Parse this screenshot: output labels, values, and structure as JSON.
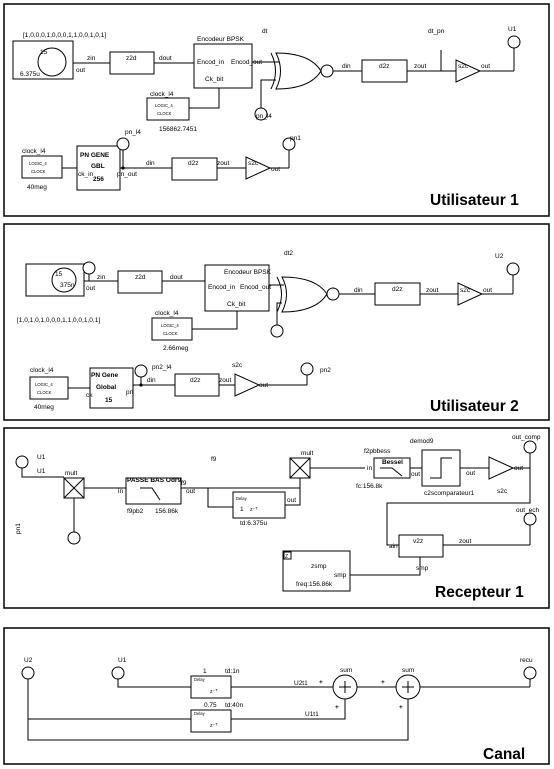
{
  "panels": {
    "u1": {
      "title": "Utilisateur 1",
      "sequence": "[1,0,0,0,1,0,0,0,1,1,0,0,1,0,1]",
      "source_bits": "15",
      "source_time": "6.375u",
      "zin": "zin",
      "out": "out",
      "z2d": "z2d",
      "dout": "dout",
      "enc_title": "Encodeur BPSK",
      "enc_in": "Encod_in",
      "enc_out": "Encod_out",
      "ck_bit": "Ck_bit",
      "clock_label": "clock_l4",
      "clock_l1": "LOGIC_4",
      "clock_l2": "CLOCK",
      "clock_freq": "156862.7451",
      "dt": "dt",
      "pn_l4": "pn_l4",
      "din": "din",
      "d2z": "d2z",
      "zout": "zout",
      "s2c": "s2c",
      "dt_pn": "dt_pn",
      "port_out": "U1",
      "pn_clock_label": "clock_l4",
      "pn_clock_freq": "40meg",
      "pn_l1": "PN GENE",
      "pn_l2": "GBL",
      "pn_l3": "256",
      "ck_in": "ck_in",
      "pn_out": "pn_out",
      "pn_l4_top": "pn_l4",
      "pn1": "pn1"
    },
    "u2": {
      "title": "Utilisateur 2",
      "sequence": "[1,0,1,0,1,0,0,0,1,1,0,0,1,0,1]",
      "source_bits": "15",
      "source_time": "375n",
      "zin": "zin",
      "out": "out",
      "z2d": "z2d",
      "dout": "dout",
      "enc_title": "Encodeur BPSK",
      "enc_in": "Encod_in",
      "enc_out": "Encod_out",
      "ck_bit": "Ck_bit",
      "clock_label": "clock_l4",
      "clock_l1": "LOGIC_4",
      "clock_l2": "CLOCK",
      "clock_freq": "2.66meg",
      "dt2": "dt2",
      "din": "din",
      "d2z": "d2z",
      "zout": "zout",
      "s2c": "s2c",
      "port_out": "U2",
      "pn_clock_label": "clock_l4",
      "pn_clock_freq": "40meg",
      "pn_l1": "PN Gene",
      "pn_l2": "Global",
      "pn_l3": "15",
      "ck": "ck",
      "pn": "pn",
      "pn2_l4": "pn2_l4",
      "s2c2": "s2c",
      "din2": "din",
      "d2z2": "d2z",
      "zout2": "zout",
      "out2": "out",
      "pn2": "pn2"
    },
    "r1": {
      "title": "Recepteur 1",
      "u1_a": "U1",
      "u1_b": "U1",
      "pn1": "pn1",
      "mult": "mult",
      "mult2": "mult",
      "filter": "PASSE BAS Odr9",
      "filter_in": "in",
      "filter_out": "out",
      "filter_name": "f9pb2",
      "filter_fc": "156.86k",
      "f9": "f9",
      "f9_2": "f9",
      "delay": "Delay",
      "delay_gain": "1",
      "delay_td": "td:6.375u",
      "delay_out": "out",
      "bessel_name": "f2pbbess",
      "bessel": "Bessel",
      "bessel_in": "in",
      "bessel_out": "out",
      "bessel_fc": "fc:156.8k",
      "demod": "demod9",
      "comp_name": "c2scomparateur1",
      "comp_out": "out",
      "s2c": "s2c",
      "s2c_out": "out",
      "out_comp": "out_comp",
      "out_ech": "out_ech",
      "v2z": "v2z",
      "ain": "ain",
      "zout": "zout",
      "smp": "smp",
      "zsmp": "zsmp",
      "smp_in": "smp",
      "freq": "freq:156.86k"
    },
    "canal": {
      "title": "Canal",
      "u2": "U2",
      "u1": "U1",
      "delay1": "Delay",
      "gain1": "1",
      "td1": "td:1n",
      "delay2": "Delay",
      "gain2": "0.75",
      "td2": "td:40n",
      "u2t1": "U2t1",
      "u1t1": "U1t1",
      "sum1": "sum",
      "sum2": "sum",
      "recu": "recu",
      "plus": "+"
    }
  }
}
